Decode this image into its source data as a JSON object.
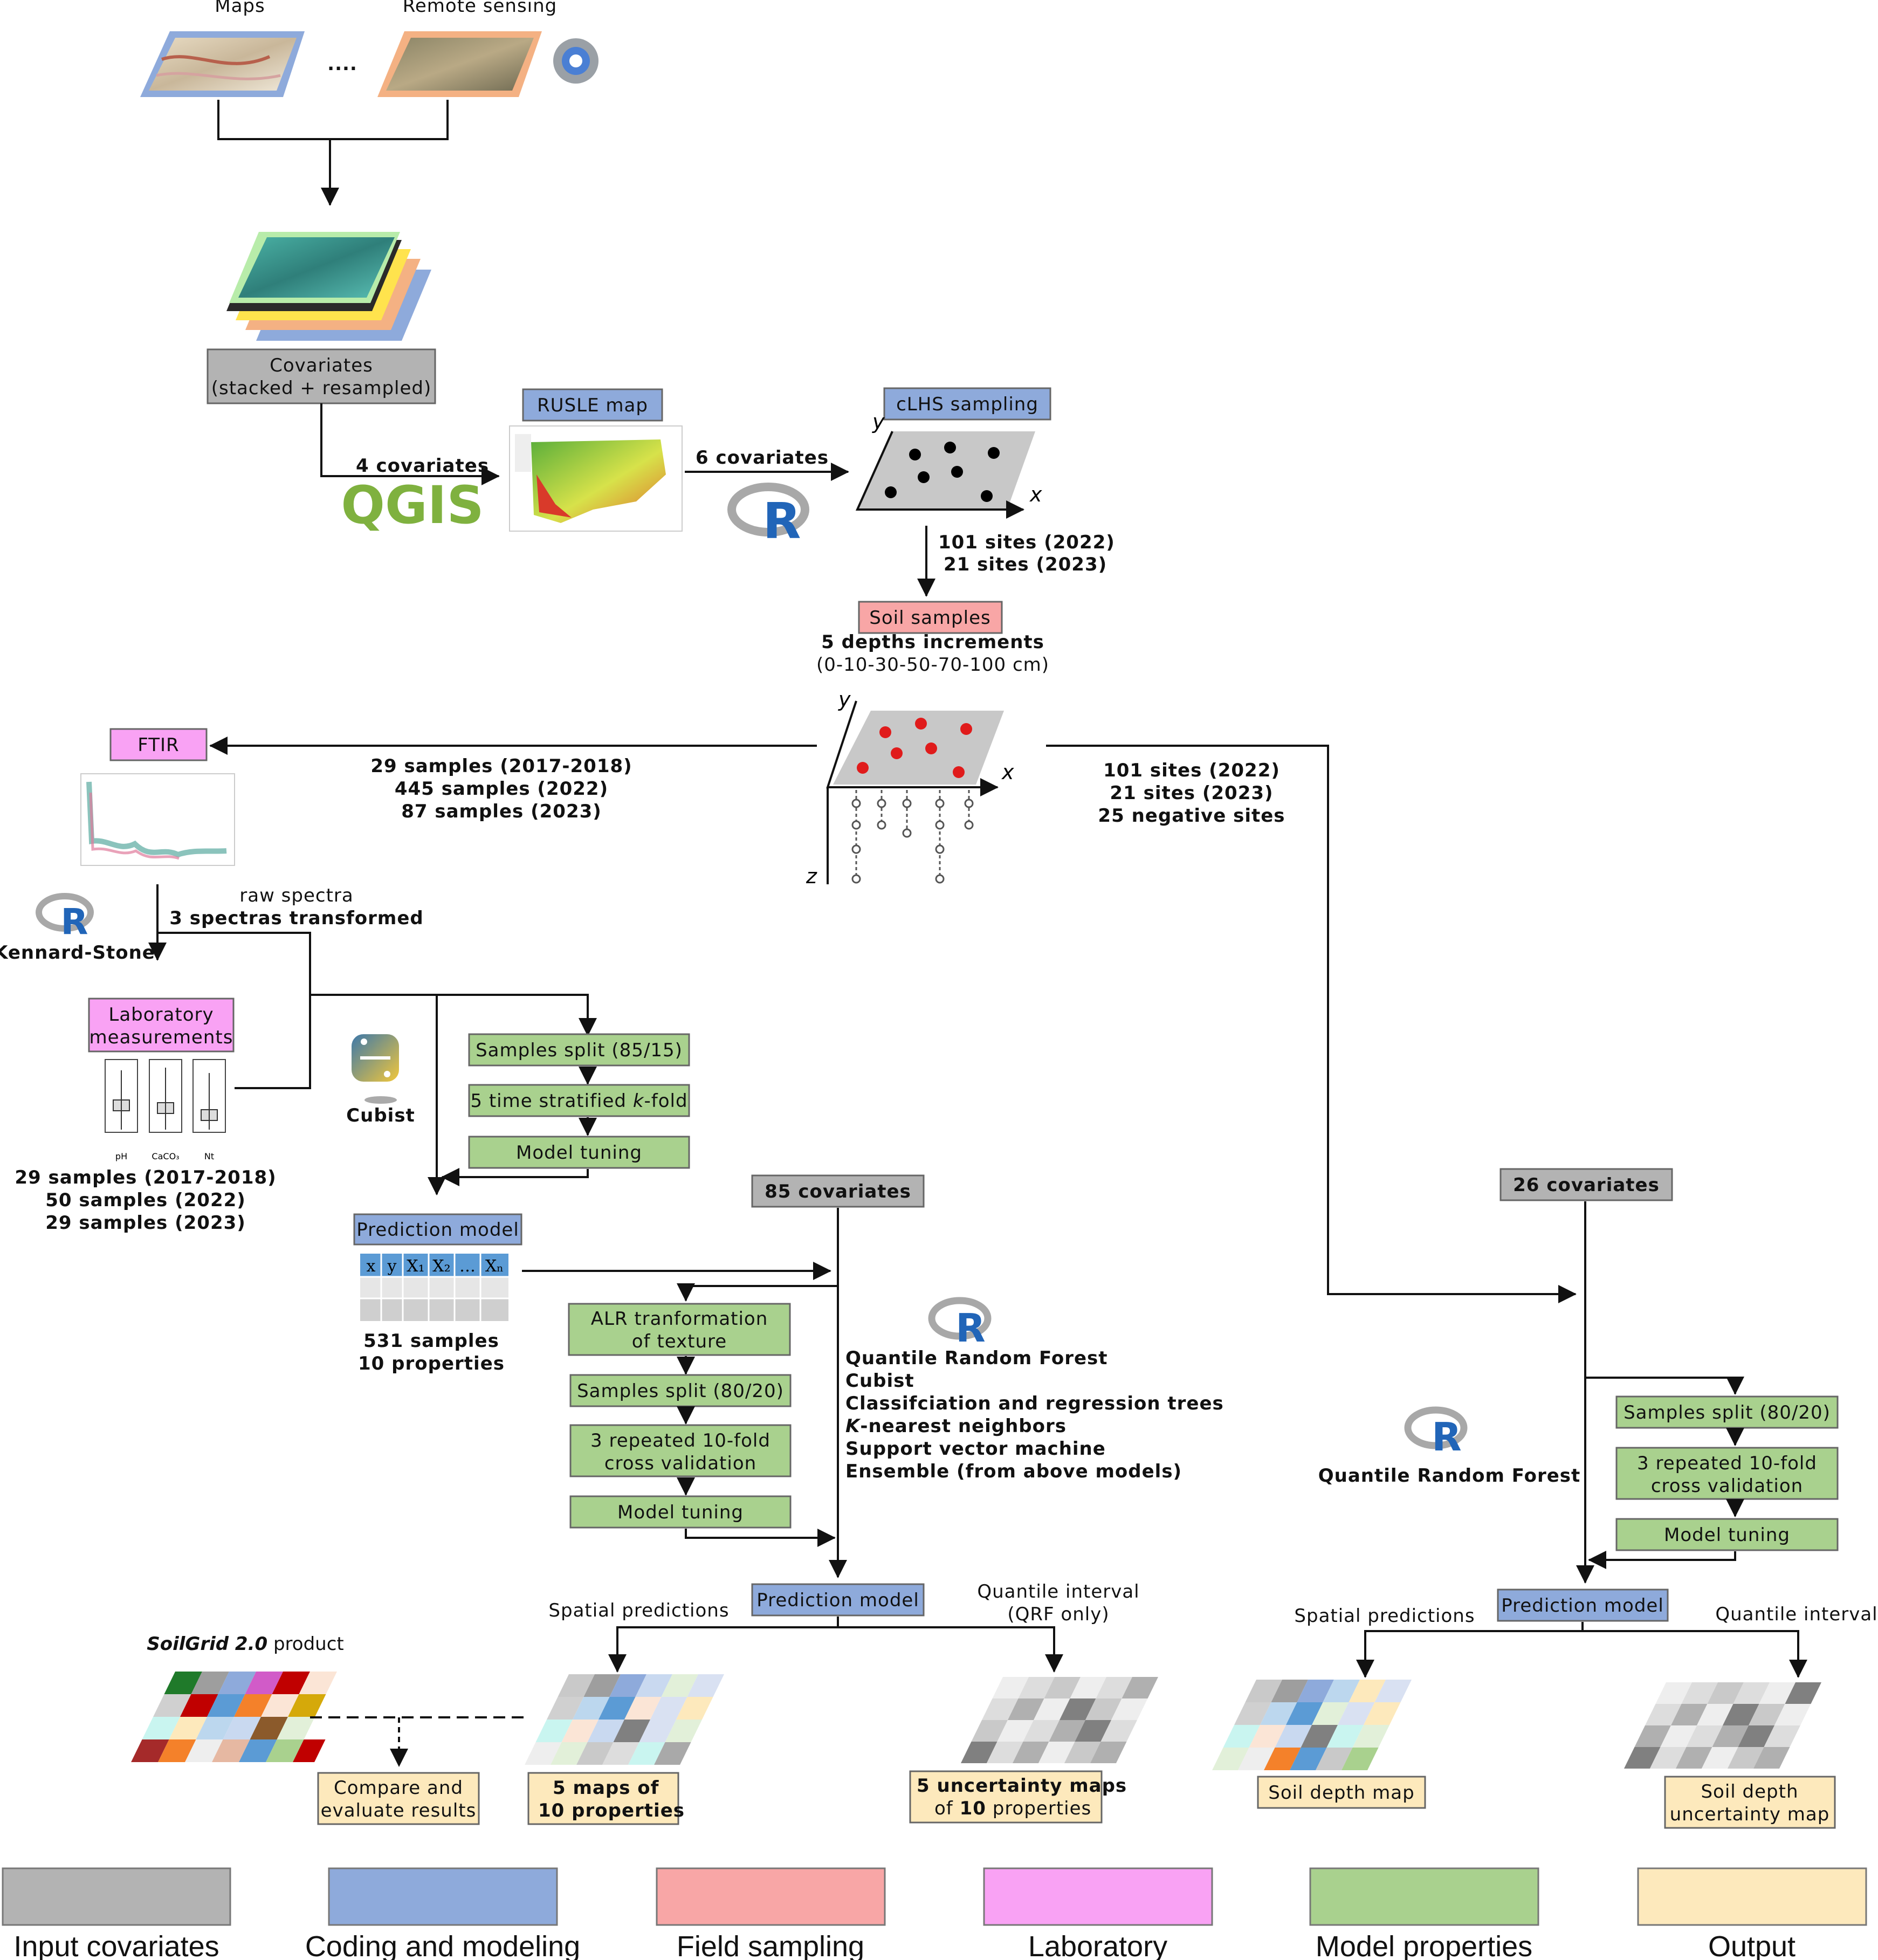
{
  "top": {
    "maps_label": "Maps",
    "remote_label": "Remote sensing",
    "ellipsis": "....",
    "covariates_box_line1": "Covariates",
    "covariates_box_line2": "(stacked + resampled)",
    "four_covariates_n": "4",
    "four_covariates_t": "covariates",
    "qgis_logo": "QGIS",
    "rusle_label": "RUSLE map",
    "six_covariates_n": "6",
    "six_covariates_t": "covariates",
    "clhs_label": "cLHS sampling",
    "axis_x": "x",
    "axis_y": "y",
    "axis_z": "z"
  },
  "sites": {
    "s2022_n": "101",
    "s2022_t": "sites (2022)",
    "s2023_n": "21",
    "s2023_t": "sites (2023)",
    "soil_samples_label": "Soil samples",
    "depth_n": "5",
    "depth_t": "depths increments",
    "depth_range": "(0-10-30-50-70-100 cm)"
  },
  "ftir_branch": {
    "ftir_label": "FTIR",
    "l1_n": "29",
    "l1_t": "samples (2017-2018)",
    "l2_n": "445",
    "l2_t": "samples (2022)",
    "l3_n": "87",
    "l3_t": "samples (2023)",
    "raw_spectra": "raw spectra",
    "spectra_n": "3",
    "spectra_t": "spectras transformed",
    "kennard": "Kennard-Stone",
    "lab_line1": "Laboratory",
    "lab_line2": "measurements",
    "boxplot_labels": [
      "pH",
      "CaCO₃",
      "Nt"
    ],
    "lab1_n": "29",
    "lab1_t": "samples (2017-2018)",
    "lab2_n": "50",
    "lab2_t": "samples (2022)",
    "lab3_n": "29",
    "lab3_t": "samples (2023)",
    "cubist": "Cubist",
    "split_8515": "Samples split (85/15)",
    "kfold_pre": "5 time stratified ",
    "kfold_k": "k",
    "kfold_post": "-fold",
    "tuning": "Model tuning",
    "pred_model": "Prediction model",
    "table_headers": [
      "x",
      "y",
      "X₁",
      "X₂",
      "…",
      "Xₙ"
    ],
    "samples_n": "531",
    "samples_t": "samples",
    "props_n": "10",
    "props_t": "properties"
  },
  "middle": {
    "covariates_n": "85",
    "covariates_t": "covariates",
    "alr_line1": "ALR tranformation",
    "alr_line2": "of texture",
    "split_8020": "Samples split (80/20)",
    "cv_line1": "3 repeated 10-fold",
    "cv_line2": "cross validation",
    "tuning": "Model tuning",
    "models": {
      "qrf": "Quantile Random Forest",
      "cubist": "Cubist",
      "cart": "Classifciation and regression trees",
      "knn_k": "K",
      "knn_rest": "-nearest neighbors",
      "svm": "Support vector machine",
      "ens_b": "Ensemble",
      "ens_t": " (from above models)"
    },
    "pred_model": "Prediction model",
    "spatial": "Spatial predictions",
    "quantile_line1": "Quantile interval",
    "quantile_line2": "(QRF only)",
    "soilgrid_italic": "SoilGrid 2.0",
    "soilgrid_rest": " product",
    "compare_line1": "Compare and",
    "compare_line2": "evaluate results",
    "maps_n1": "5",
    "maps_t1": "maps of",
    "maps_n2": "10",
    "maps_t2": "properties",
    "unc_n1": "5",
    "unc_t1": "uncertainty maps",
    "unc_pre": "of ",
    "unc_n2": "10",
    "unc_t2": "properties"
  },
  "right": {
    "r2022_n": "101",
    "r2022_t": "sites (2022)",
    "r2023_n": "21",
    "r2023_t": "sites (2023)",
    "neg_n": "25",
    "neg_t": "negative sites",
    "covariates_n": "26",
    "covariates_t": "covariates",
    "qrf": "Quantile Random Forest",
    "split_8020": "Samples split (80/20)",
    "cv_line1": "3 repeated 10-fold",
    "cv_line2": "cross validation",
    "tuning": "Model tuning",
    "pred_model": "Prediction model",
    "spatial": "Spatial predictions",
    "quantile": "Quantile interval",
    "depth_map": "Soil depth map",
    "unc_line1": "Soil depth",
    "unc_line2": "uncertainty map"
  },
  "logos": {
    "r_letter": "R"
  },
  "legend": [
    {
      "label": "Input covariates",
      "color": "#b3b3b3"
    },
    {
      "label": "Coding and modeling",
      "color": "#8eaadb"
    },
    {
      "label": "Field sampling",
      "color": "#f8a6a6"
    },
    {
      "label": "Laboratory",
      "color": "#f9a2f4"
    },
    {
      "label": "Model properties",
      "color": "#a9d18e"
    },
    {
      "label": "Output",
      "color": "#fde9bc"
    }
  ],
  "colors": {
    "input": "#b3b3b3",
    "coding": "#8eaadb",
    "field": "#f8a6a6",
    "lab": "#f9a2f4",
    "model": "#a9d18e",
    "output": "#fde9bc",
    "qgis": "#7fb13f",
    "r_blue": "#2165b8"
  }
}
